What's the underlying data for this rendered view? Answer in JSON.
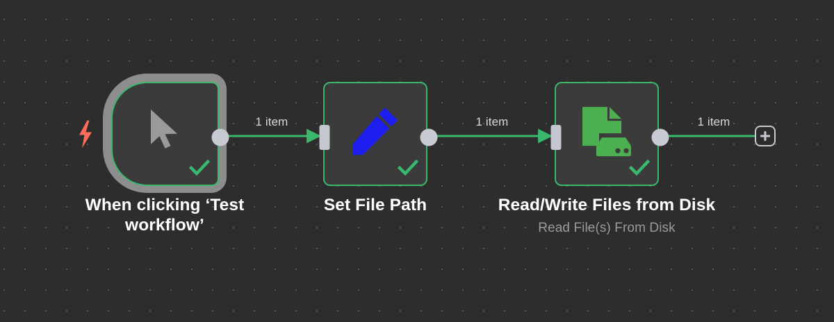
{
  "canvas": {
    "background_color": "#2d2d2d",
    "grid_dot_color": "#5a5a5a"
  },
  "colors": {
    "node_border": "#3ab86e",
    "node_body": "#3b3b3b",
    "connection": "#3ab86e",
    "port": "#c8cad1",
    "selection_halo": "#8d8d8d",
    "trigger_bolt": "#ff6d5a",
    "icon_set_file_path": "#1d1df0",
    "icon_read_write_files": "#4caf50",
    "success_check": "#3ab86e",
    "label_text": "#d9d9d9",
    "title_text": "#ffffff",
    "subtitle_text": "#9a9a9a"
  },
  "nodes": [
    {
      "id": "manual-trigger",
      "title": "When clicking ‘Test workflow’",
      "subtitle": "",
      "icon": "mouse-pointer-icon",
      "status": "success",
      "selected": true
    },
    {
      "id": "set-file-path",
      "title": "Set File Path",
      "subtitle": "",
      "icon": "pencil-icon",
      "status": "success",
      "selected": false
    },
    {
      "id": "read-write-files-from-disk",
      "title": "Read/Write Files from Disk",
      "subtitle": "Read File(s) From Disk",
      "icon": "file-disk-icon",
      "status": "success",
      "selected": false
    }
  ],
  "connections": [
    {
      "from": "manual-trigger",
      "to": "set-file-path",
      "label": "1 item"
    },
    {
      "from": "set-file-path",
      "to": "read-write-files-from-disk",
      "label": "1 item"
    },
    {
      "from": "read-write-files-from-disk",
      "to": "add-node-button",
      "label": "1 item"
    }
  ],
  "add_button": {
    "label": "+",
    "name": "add-node-button"
  }
}
